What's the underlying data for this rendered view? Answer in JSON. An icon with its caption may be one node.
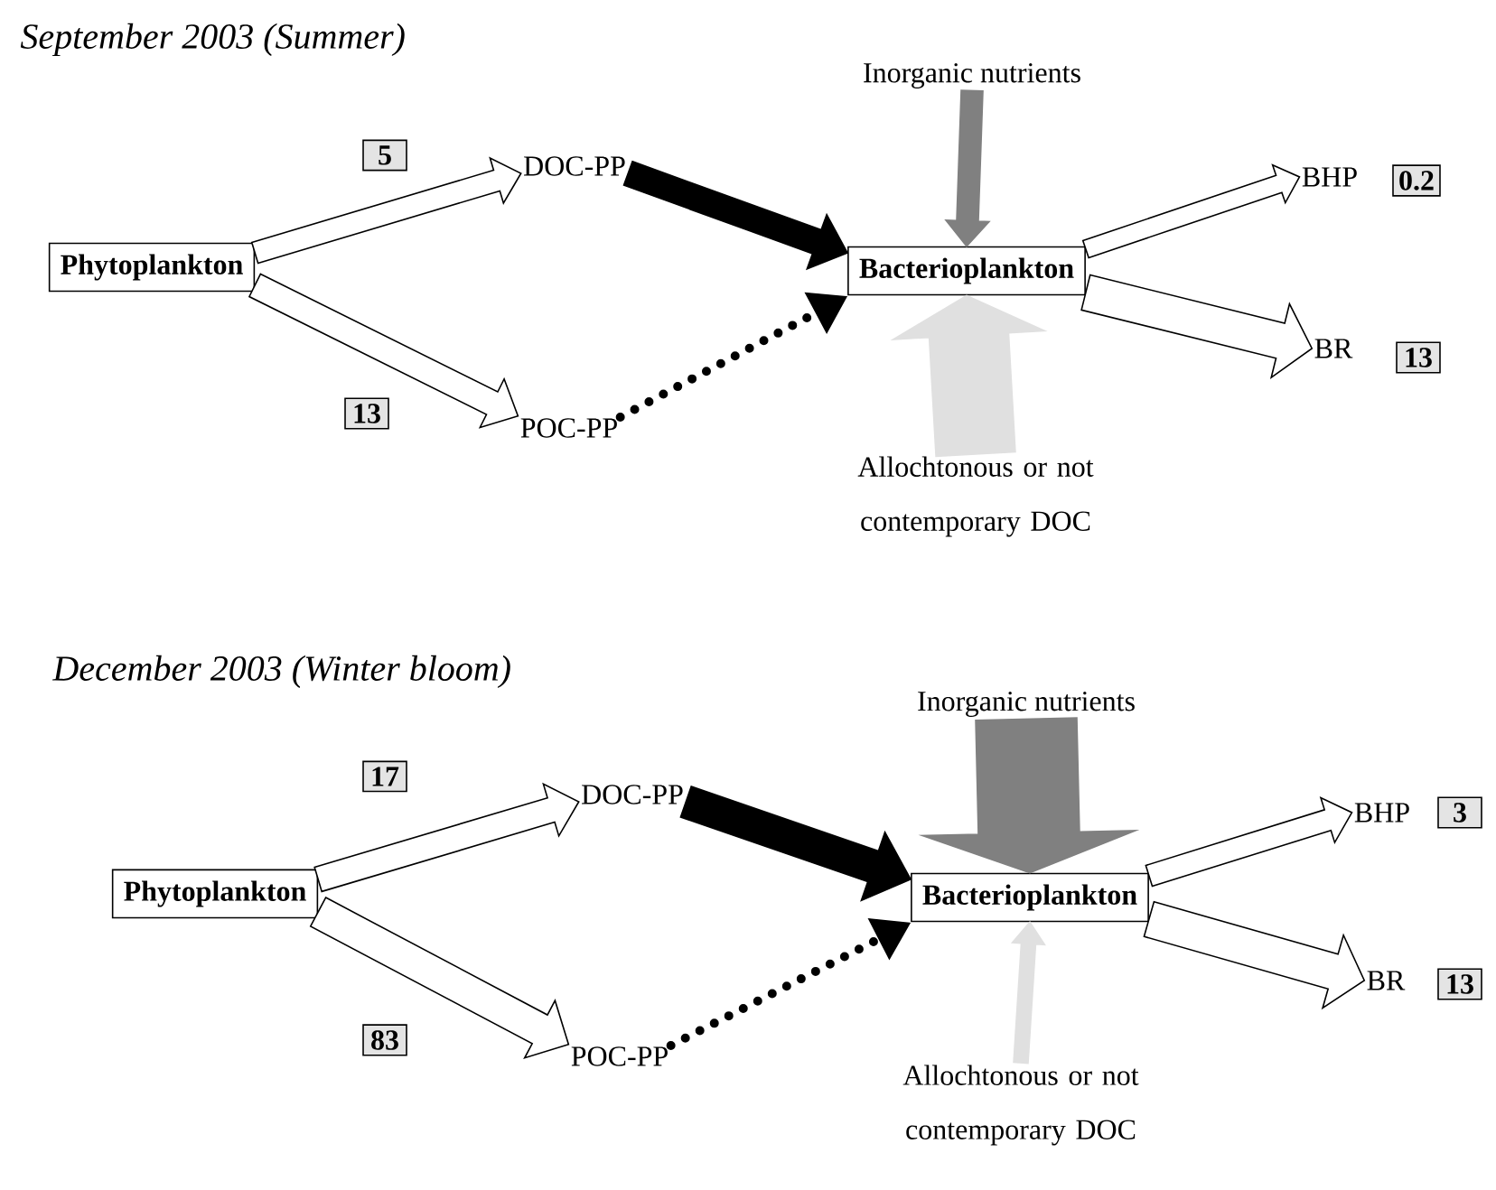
{
  "diagram": {
    "nodes": [
      {
        "text": [
          "Phytoplankton"
        ]
      },
      {
        "text": [
          "DOC-PP"
        ]
      },
      {
        "text": [
          "POC-PP"
        ]
      },
      {
        "text": [
          "Bacterioplankton"
        ]
      },
      {
        "text": [
          "Inorganic nutrients"
        ]
      },
      {
        "text": [
          "Allochtonous or not contemporary DOC"
        ]
      },
      {
        "text": [
          "BHP"
        ]
      },
      {
        "text": [
          "BR"
        ]
      },
      {
        "text": [
          "5"
        ]
      },
      {
        "text": [
          "13"
        ]
      },
      {
        "text": [
          "0.2"
        ]
      },
      {
        "text": [
          "13"
        ]
      },
      {
        "text": [
          "Phytoplankton"
        ]
      },
      {
        "text": [
          "DOC-PP"
        ]
      },
      {
        "text": [
          "POC-PP"
        ]
      },
      {
        "text": [
          "Bacterioplankton"
        ]
      },
      {
        "text": [
          "Inorganic nutrients"
        ]
      },
      {
        "text": [
          "Allochtonous or not contemporary DOC"
        ]
      },
      {
        "text": [
          "BHP"
        ]
      },
      {
        "text": [
          "BR"
        ]
      },
      {
        "text": [
          "17"
        ]
      },
      {
        "text": [
          "83"
        ]
      },
      {
        "text": [
          "3"
        ]
      },
      {
        "text": [
          "13"
        ]
      }
    ],
    "edges": [
      {
        "from": 0,
        "to": 1,
        "arrow": "to"
      },
      {
        "from": 0,
        "to": 2,
        "arrow": "to"
      },
      {
        "from": 1,
        "to": 3,
        "arrow": "to",
        "color": "#000000"
      },
      {
        "from": 2,
        "to": 3,
        "arrow": "to",
        "style": "dashed",
        "color": "#000000"
      },
      {
        "from": 4,
        "to": 3,
        "arrow": "to",
        "color": "#808080"
      },
      {
        "from": 5,
        "to": 3,
        "arrow": "to",
        "style": "thick",
        "color": "#e0e0e0"
      },
      {
        "from": 3,
        "to": 6,
        "arrow": "to"
      },
      {
        "from": 3,
        "to": 7,
        "arrow": "to"
      },
      {
        "from": 12,
        "to": 13,
        "arrow": "to"
      },
      {
        "from": 12,
        "to": 14,
        "arrow": "to"
      },
      {
        "from": 13,
        "to": 15,
        "arrow": "to",
        "color": "#000000"
      },
      {
        "from": 14,
        "to": 15,
        "arrow": "to",
        "style": "dashed",
        "color": "#000000"
      },
      {
        "from": 16,
        "to": 15,
        "arrow": "to",
        "style": "thick",
        "color": "#808080"
      },
      {
        "from": 17,
        "to": 15,
        "arrow": "to",
        "color": "#e0e0e0"
      },
      {
        "from": 15,
        "to": 18,
        "arrow": "to"
      },
      {
        "from": 15,
        "to": 19,
        "arrow": "to"
      }
    ],
    "labels": [
      "September 2003 (Summer)",
      "December 2003 (Winter bloom)"
    ]
  }
}
